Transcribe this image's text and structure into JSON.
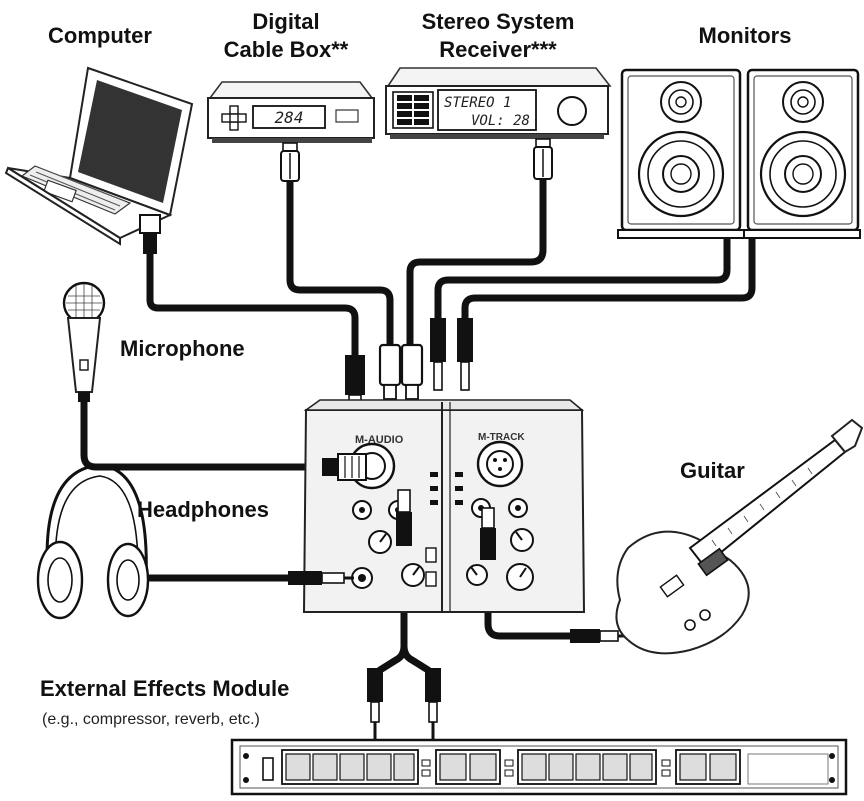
{
  "labels": {
    "computer": "Computer",
    "cable_box_line1": "Digital",
    "cable_box_line2": "Cable Box**",
    "receiver_line1": "Stereo System",
    "receiver_line2": "Receiver***",
    "monitors": "Monitors",
    "microphone": "Microphone",
    "headphones": "Headphones",
    "guitar": "Guitar",
    "effects_title": "External Effects Module",
    "effects_sub": "(e.g., compressor, reverb, etc.)"
  },
  "displays": {
    "cable_box_channel": "284",
    "receiver_line1": "STEREO 1",
    "receiver_line2": "VOL: 28"
  },
  "interface": {
    "brand_left": "M-AUDIO",
    "brand_right": "M-TRACK"
  }
}
